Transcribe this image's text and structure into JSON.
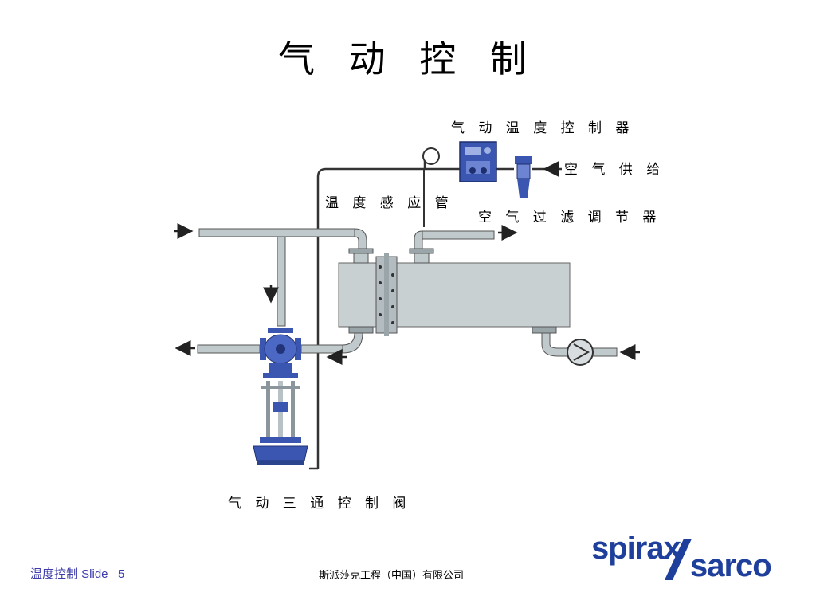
{
  "title": "气 动 控 制",
  "labels": {
    "controller": "气 动 温 度 控 制 器",
    "air_supply": "空 气 供 给",
    "sensor": "温 度 感 应 管",
    "filter_regulator": "空 气 过 滤 调 节 器",
    "valve": "气 动 三 通 控 制 阀"
  },
  "footer": {
    "left": "温度控制 Slide   5",
    "center": "斯派莎克工程（中国）有限公司"
  },
  "logo": {
    "word1": "spirax",
    "word2": "sarco"
  },
  "colors": {
    "pipe": "#b9c3c6",
    "component_blue": "#3a56b0",
    "vessel": "#c8d0d2",
    "line": "#333333",
    "brand": "#1e3f9b"
  }
}
